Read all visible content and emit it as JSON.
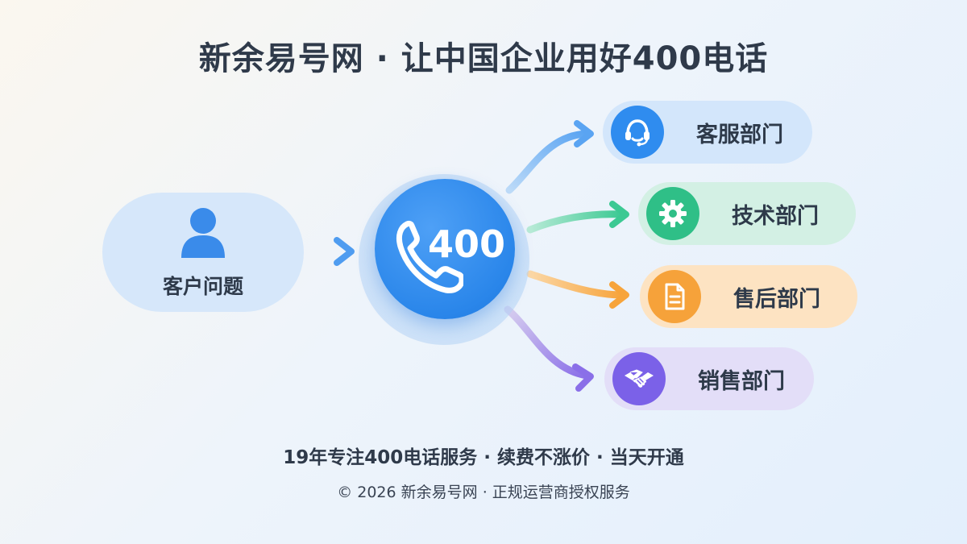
{
  "title": "新余易号网 · 让中国企业用好400电话",
  "customer": {
    "label": "客户问题",
    "icon": "person-icon"
  },
  "hub": {
    "number": "400",
    "icon": "phone-icon",
    "color": "#2a86ea"
  },
  "departments": [
    {
      "label": "客服部门",
      "icon": "headset-icon",
      "color": "#2f8cef",
      "bg": "#d3e6fb"
    },
    {
      "label": "技术部门",
      "icon": "gear-icon",
      "color": "#2fbf87",
      "bg": "#d3f0e4"
    },
    {
      "label": "售后部门",
      "icon": "document-icon",
      "color": "#f6a23a",
      "bg": "#fde3c2"
    },
    {
      "label": "销售部门",
      "icon": "handshake-icon",
      "color": "#7b61e8",
      "bg": "#e3def8"
    }
  ],
  "footer": {
    "tagline": "19年专注400电话服务 · 续费不涨价 · 当天开通",
    "copyright": "© 2026 新余易号网 · 正规运营商授权服务"
  }
}
